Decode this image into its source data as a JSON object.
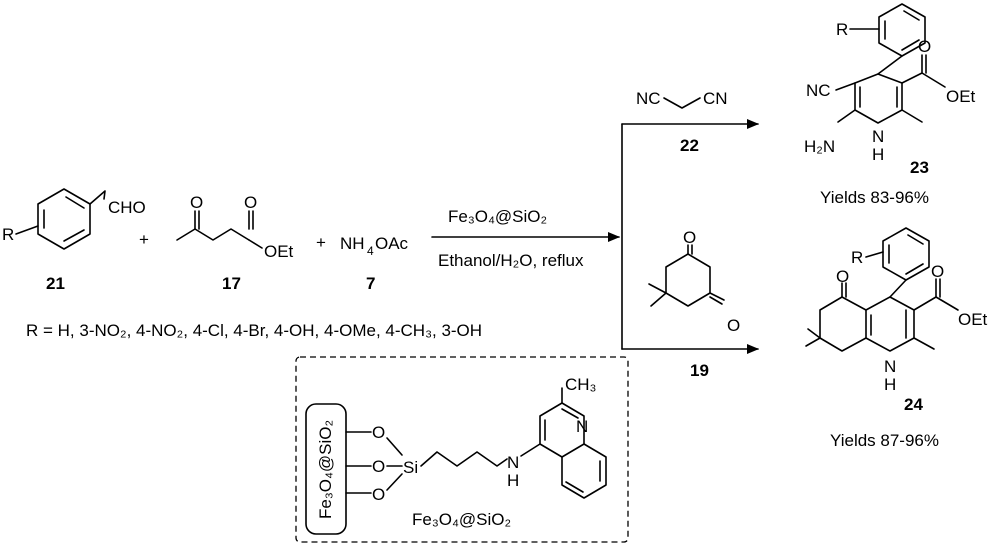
{
  "reactants": {
    "aldehyde": {
      "r": "R",
      "group": "CHO",
      "number": "21"
    },
    "plus1": "+",
    "ketoester": {
      "o": "O",
      "o2": "O",
      "ester": "OEt",
      "number": "17"
    },
    "plus2": "+",
    "ammonium": {
      "nh": "NH",
      "sub": "4",
      "oac": "OAc",
      "number": "7"
    }
  },
  "r_groups": "R = H, 3-NO₂, 4-NO₂, 4-Cl, 4-Br, 4-OH, 4-OMe, 4-CH₃, 3-OH",
  "conditions": {
    "catalyst": "Fe₃O₄@SiO₂",
    "solvent": "Ethanol/H₂O, reflux"
  },
  "branch_top": {
    "reagent_left": "NC",
    "reagent_right": "CN",
    "reagent_number": "22",
    "product": {
      "r": "R",
      "cn": "NC",
      "nh2": "H₂N",
      "nh": "N",
      "h": "H",
      "o": "O",
      "oet": "OEt",
      "number": "23"
    },
    "yield": "Yields 83-96%"
  },
  "branch_bottom": {
    "reagent_o1": "O",
    "reagent_o2": "O",
    "reagent_number": "19",
    "product": {
      "r": "R",
      "o": "O",
      "o2": "O",
      "oet": "OEt",
      "nh": "N",
      "h": "H",
      "number": "24"
    },
    "yield": "Yields 87-96%"
  },
  "catalyst_box": {
    "support": "Fe₃O₄@SiO₂",
    "o1": "O",
    "o2": "O",
    "o3": "O",
    "si": "Si",
    "nh": "N",
    "h": "H",
    "n": "N",
    "ch3": "CH₃",
    "label": "Fe₃O₄@SiO₂"
  }
}
